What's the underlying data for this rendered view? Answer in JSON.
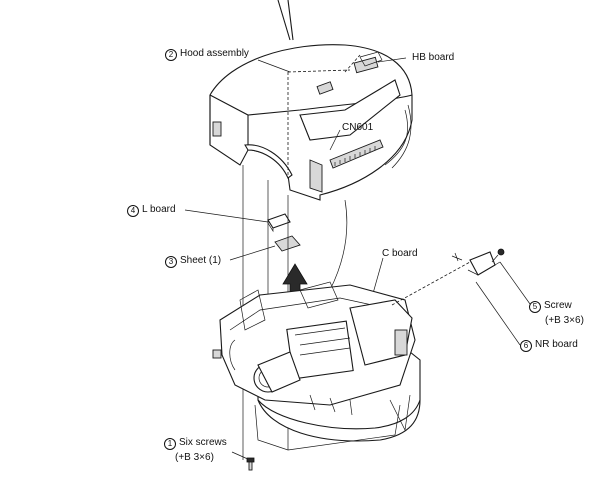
{
  "labels": {
    "hood_assembly": {
      "num": "2",
      "text": "Hood assembly"
    },
    "hb_board": {
      "text": "HB board"
    },
    "cn601": {
      "text": "CN601"
    },
    "l_board": {
      "num": "4",
      "text": "L board"
    },
    "sheet": {
      "num": "3",
      "text": "Sheet (1)"
    },
    "c_board": {
      "text": "C board"
    },
    "screw": {
      "num": "5",
      "text": "Screw",
      "sub": "(+B 3×6)"
    },
    "nr_board": {
      "num": "6",
      "text": "NR board"
    },
    "six_screws": {
      "num": "1",
      "text": "Six screws",
      "sub": "(+B 3×6)"
    }
  }
}
